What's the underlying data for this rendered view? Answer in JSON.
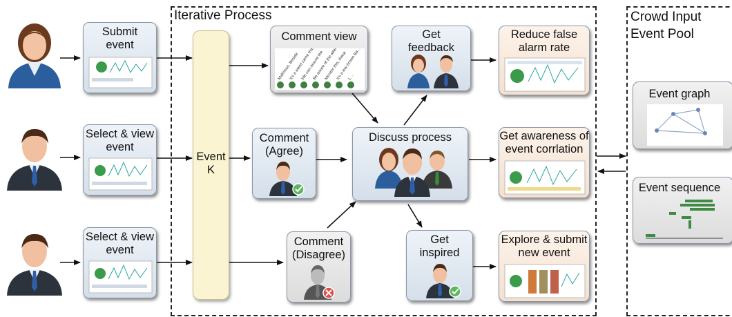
{
  "frames": {
    "iterative_title": "Iterative Process",
    "crowd_title": "Crowd Input\nEvent Pool"
  },
  "users": [
    {
      "label": "Submit\nevent"
    },
    {
      "label": "Select & view\nevent"
    },
    {
      "label": "Select & view\nevent"
    }
  ],
  "event_k": "Event\nK",
  "comment_view": {
    "label": "Comment view",
    "comments": [
      "Malicious, Beside",
      "It's a weird same than",
      "We can assure the",
      "Be aware of the attempt",
      "Monitor this, these",
      "It's a low-brown Ba...",
      "L ..."
    ]
  },
  "comment_agree": "Comment\n(Agree)",
  "comment_disagree": "Comment\n(Disagree)",
  "discuss": "Discuss process",
  "get_feedback": "Get\nfeedback",
  "get_inspired": "Get\ninspired",
  "outcomes": {
    "reduce": "Reduce false\nalarm rate",
    "awareness": "Get awareness of\nevent corrlation",
    "explore": "Explore & submit\nnew event"
  },
  "pool": {
    "graph": "Event graph",
    "sequence": "Event sequence"
  },
  "colors": {
    "blue_box": "#dde6f0",
    "cream_box": "#f7e6d8",
    "event_bar": "#fbf4d2",
    "thumb_green": "#2e8b3c"
  }
}
